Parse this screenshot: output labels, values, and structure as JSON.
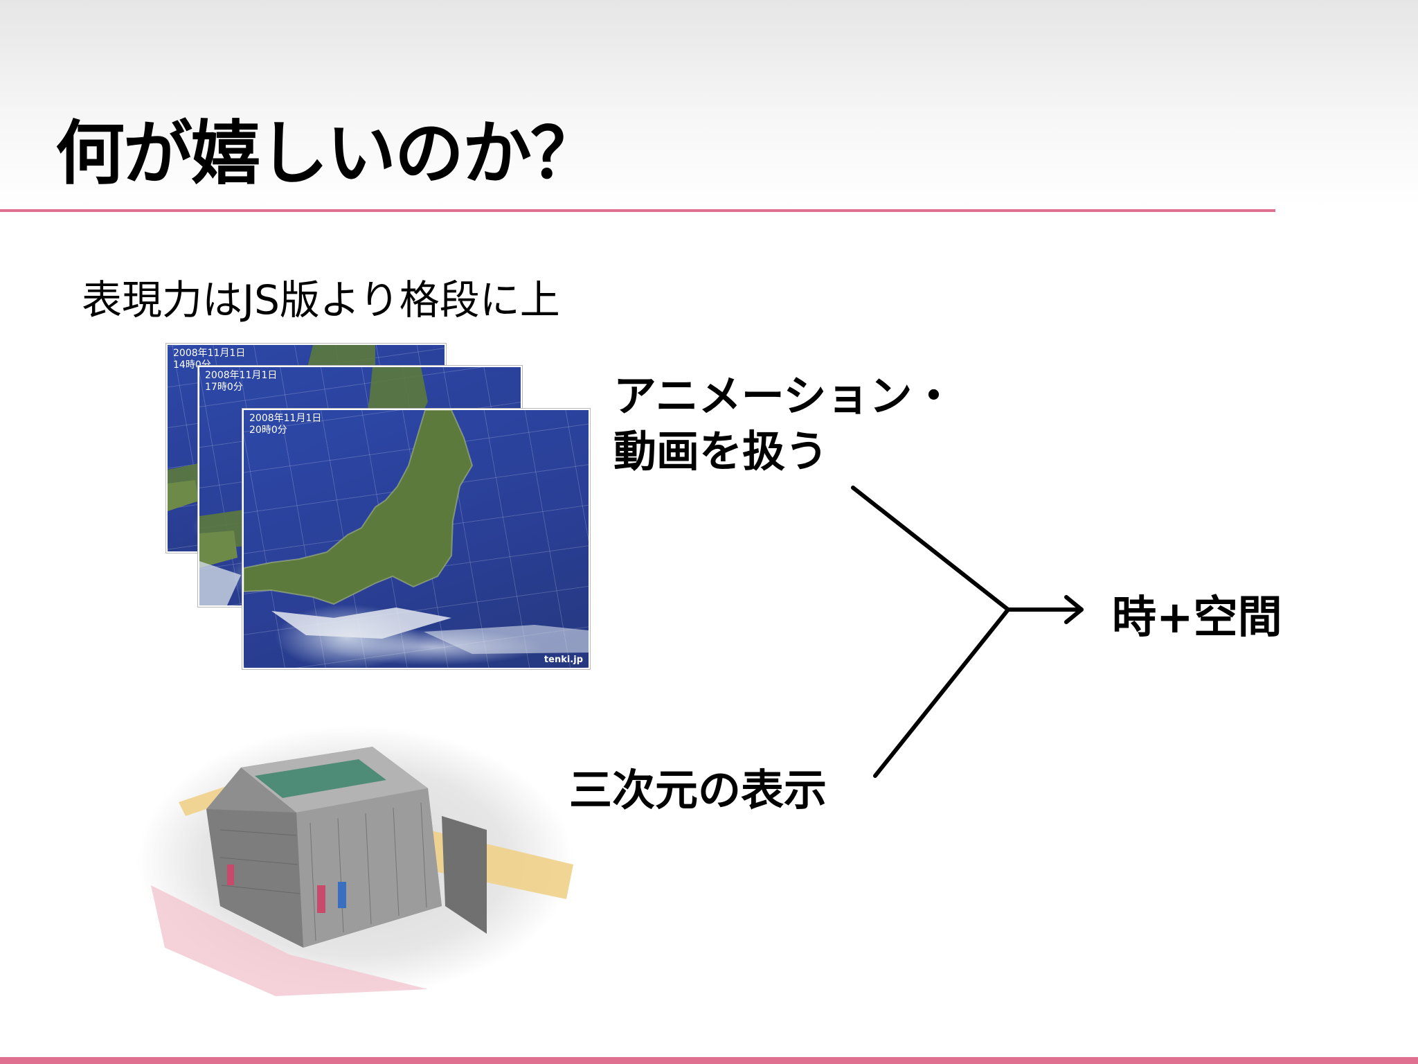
{
  "slide": {
    "title": "何が嬉しいのか？",
    "subtitle": "表現力はJS版より格段に上"
  },
  "weather_frames": [
    {
      "date": "2008年11月1日",
      "time": "14時0分"
    },
    {
      "date": "2008年11月1日",
      "time": "17時0分"
    },
    {
      "date": "2008年11月1日",
      "time": "20時0分",
      "credit": "tenki.jp"
    }
  ],
  "labels": {
    "animation_line1": "アニメーション・",
    "animation_line2": "動画を扱う",
    "three_d": "三次元の表示",
    "result": "時+空間"
  },
  "colors": {
    "accent_rule": "#e0708f",
    "sea": "#2a3f96",
    "land": "#5b7a3c"
  }
}
